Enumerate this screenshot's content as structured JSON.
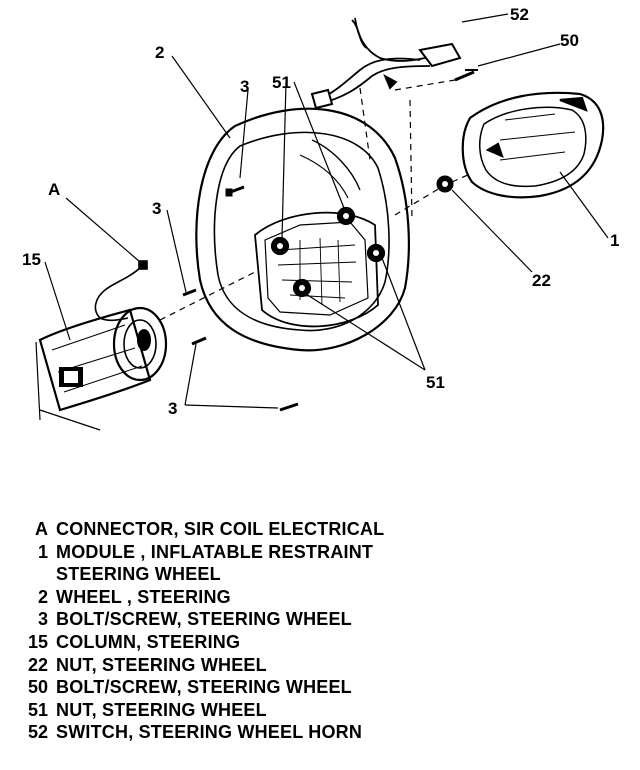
{
  "callouts": {
    "c52": "52",
    "c50": "50",
    "c2": "2",
    "c3_top": "3",
    "c51_top": "51",
    "cA": "A",
    "c3_mid": "3",
    "c15": "15",
    "c1": "1",
    "c22": "22",
    "c51_bottom": "51",
    "c3_bottom": "3"
  },
  "legend": [
    {
      "key": "A",
      "desc": "CONNECTOR, SIR COIL ELECTRICAL"
    },
    {
      "key": "1",
      "desc": "MODULE , INFLATABLE RESTRAINT"
    },
    {
      "key": "",
      "desc": "STEERING WHEEL"
    },
    {
      "key": "2",
      "desc": "WHEEL , STEERING"
    },
    {
      "key": "3",
      "desc": "BOLT/SCREW, STEERING WHEEL"
    },
    {
      "key": "15",
      "desc": "COLUMN, STEERING"
    },
    {
      "key": "22",
      "desc": "NUT, STEERING WHEEL"
    },
    {
      "key": "50",
      "desc": "BOLT/SCREW, STEERING WHEEL"
    },
    {
      "key": "51",
      "desc": "NUT, STEERING WHEEL"
    },
    {
      "key": "52",
      "desc": "SWITCH, STEERING WHEEL HORN"
    }
  ]
}
